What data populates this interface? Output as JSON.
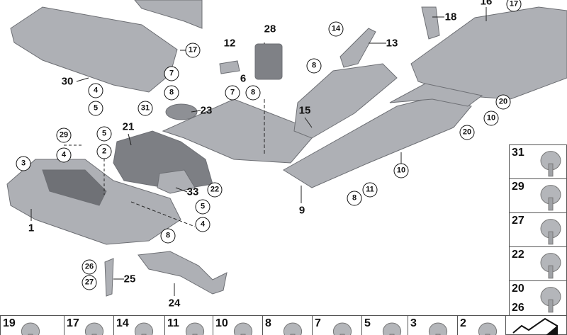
{
  "diagram": {
    "callouts": [
      {
        "label": "17",
        "circled": true
      },
      {
        "label": "30",
        "circled": false
      },
      {
        "label": "4",
        "circled": true
      },
      {
        "label": "5",
        "circled": true
      },
      {
        "label": "7",
        "circled": true
      },
      {
        "label": "8",
        "circled": true
      },
      {
        "label": "31",
        "circled": true
      },
      {
        "label": "12",
        "circled": false
      },
      {
        "label": "28",
        "circled": false
      },
      {
        "label": "6",
        "circled": false
      },
      {
        "label": "7",
        "circled": true
      },
      {
        "label": "8",
        "circled": true
      },
      {
        "label": "23",
        "circled": false
      },
      {
        "label": "21",
        "circled": false
      },
      {
        "label": "14",
        "circled": true
      },
      {
        "label": "13",
        "circled": false
      },
      {
        "label": "8",
        "circled": true
      },
      {
        "label": "18",
        "circled": false
      },
      {
        "label": "16",
        "circled": false
      },
      {
        "label": "17",
        "circled": true
      },
      {
        "label": "15",
        "circled": false
      },
      {
        "label": "10",
        "circled": true
      },
      {
        "label": "20",
        "circled": true
      },
      {
        "label": "20",
        "circled": true
      },
      {
        "label": "10",
        "circled": true
      },
      {
        "label": "8",
        "circled": true
      },
      {
        "label": "11",
        "circled": true
      },
      {
        "label": "9",
        "circled": false
      },
      {
        "label": "29",
        "circled": true
      },
      {
        "label": "4",
        "circled": true
      },
      {
        "label": "5",
        "circled": true
      },
      {
        "label": "2",
        "circled": true
      },
      {
        "label": "3",
        "circled": true
      },
      {
        "label": "22",
        "circled": true
      },
      {
        "label": "33",
        "circled": false
      },
      {
        "label": "5",
        "circled": true
      },
      {
        "label": "4",
        "circled": true
      },
      {
        "label": "1",
        "circled": false
      },
      {
        "label": "8",
        "circled": true
      },
      {
        "label": "26",
        "circled": true
      },
      {
        "label": "27",
        "circled": true
      },
      {
        "label": "25",
        "circled": false
      },
      {
        "label": "24",
        "circled": false
      }
    ],
    "fastener_column": [
      {
        "labels": [
          "31"
        ],
        "icon": "clip-screw-icon"
      },
      {
        "labels": [
          "29"
        ],
        "icon": "spring-clip-icon"
      },
      {
        "labels": [
          "27"
        ],
        "icon": "hex-bolt-icon"
      },
      {
        "labels": [
          "22"
        ],
        "icon": "expanding-rivet-icon"
      },
      {
        "labels": [
          "20",
          "26"
        ],
        "icon": "flange-nut-icon"
      }
    ],
    "fastener_row": [
      {
        "labels": [
          "19"
        ],
        "icon": "hex-nut-icon"
      },
      {
        "labels": [
          "17"
        ],
        "icon": "screw-icon"
      },
      {
        "labels": [
          "14"
        ],
        "icon": "washer-screw-icon"
      },
      {
        "labels": [
          "11"
        ],
        "icon": "nut-icon"
      },
      {
        "labels": [
          "10"
        ],
        "icon": "hex-nut-icon"
      },
      {
        "labels": [
          "8"
        ],
        "icon": "washer-bolt-icon"
      },
      {
        "labels": [
          "7"
        ],
        "icon": "clip-icon"
      },
      {
        "labels": [
          "5"
        ],
        "icon": "washer-icon"
      },
      {
        "labels": [
          "3"
        ],
        "icon": "clip-nut-icon"
      },
      {
        "labels": [
          "2"
        ],
        "icon": "screw-icon"
      }
    ],
    "corner_icon": "diagram-reference-icon",
    "part_color": "#a9abb0",
    "part_shadow": "#8a8c91"
  }
}
